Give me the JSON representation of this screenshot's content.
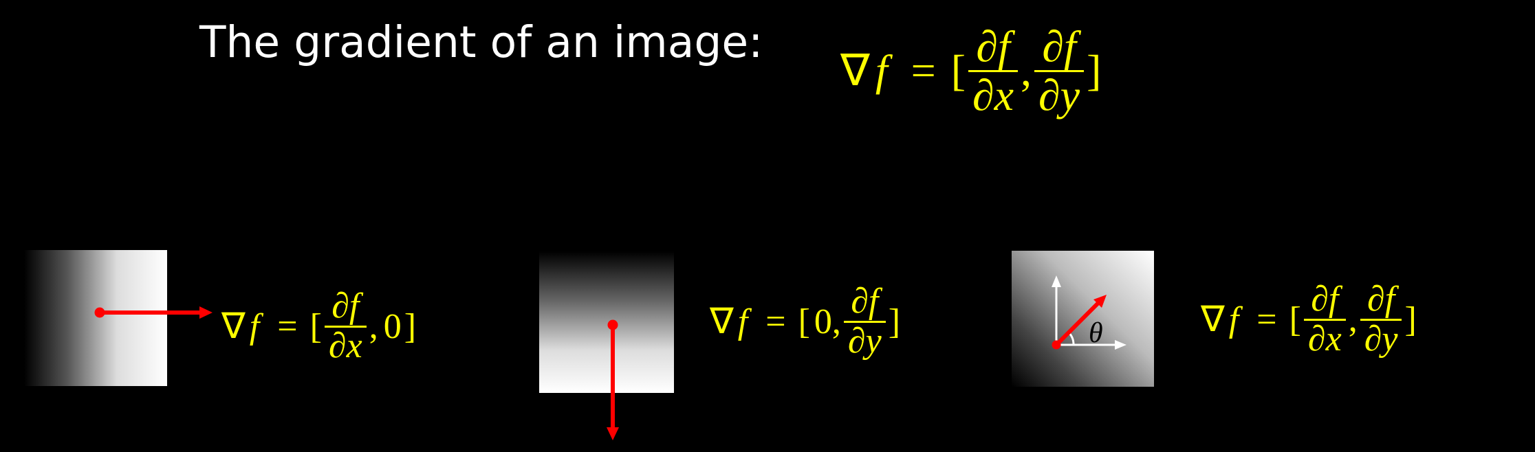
{
  "title": "The gradient of an image:",
  "symbols": {
    "nabla": "∇",
    "f": "f",
    "equals": "=",
    "lbracket": "[",
    "rbracket": "]",
    "comma": ",",
    "zero": "0",
    "df": "∂f",
    "dx": "∂x",
    "dy": "∂y",
    "theta": "θ"
  },
  "colors": {
    "background": "#000000",
    "title_text": "#ffffff",
    "equation_text": "#ffff00",
    "gradient_arrow": "#ff0000",
    "axis_arrow": "#ffffff"
  }
}
